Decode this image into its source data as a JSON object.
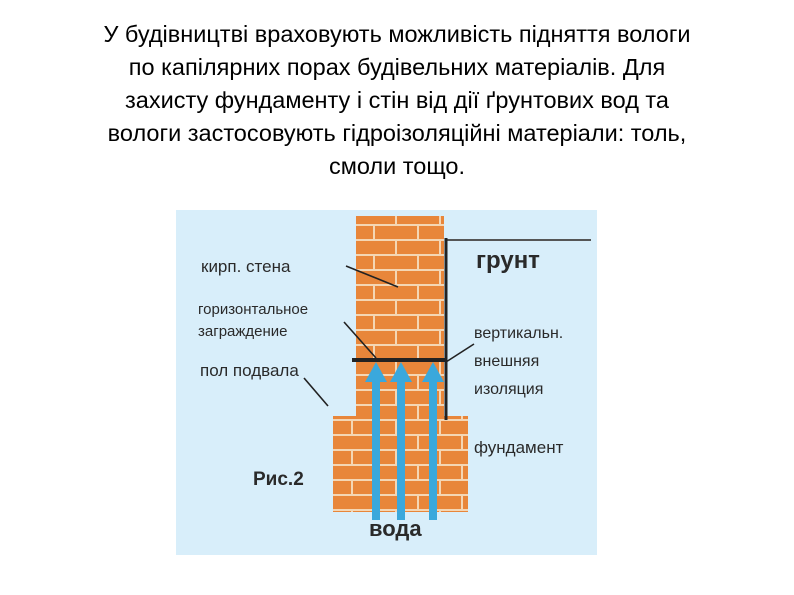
{
  "slide": {
    "heading_lines": [
      "У будівництві враховують можливість підняття вологи",
      "по капілярних порах будівельних матеріалів. Для",
      "захисту фундаменту і стін від дії ґрунтових вод та",
      "вологи застосовують гідроізоляційні матеріали: толь,",
      "смоли тощо."
    ]
  },
  "figure": {
    "labels": {
      "brick_wall": "кирп. стена",
      "horizontal_barrier_1": "горизонтальное",
      "horizontal_barrier_2": "заграждение",
      "basement_floor": "пол подвала",
      "ground": "грунт",
      "vertical_1": "вертикальн.",
      "vertical_2": "внешняя",
      "vertical_3": "изоляция",
      "foundation": "фундамент",
      "water": "вода",
      "figure_number": "Рис.2"
    },
    "colors": {
      "panel_bg": "#d8eefa",
      "brick": "#e8863a",
      "mortar": "#f4d6b4",
      "arrow": "#3aa8dc",
      "line": "#222222"
    }
  }
}
